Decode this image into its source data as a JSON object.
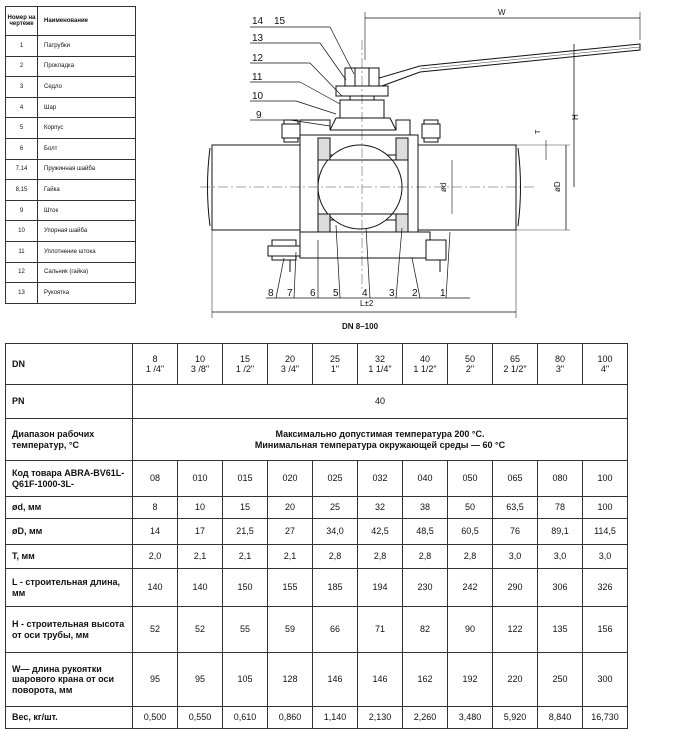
{
  "parts_table": {
    "header": {
      "number": "Номер на чертеже",
      "name": "Наименование"
    },
    "rows": [
      {
        "number": "1",
        "name": "Патрубки"
      },
      {
        "number": "2",
        "name": "Прокладка"
      },
      {
        "number": "3",
        "name": "Седло"
      },
      {
        "number": "4",
        "name": "Шар"
      },
      {
        "number": "5",
        "name": "Корпус"
      },
      {
        "number": "6",
        "name": "Болт"
      },
      {
        "number": "7,14",
        "name": "Пружинная шайба"
      },
      {
        "number": "8,15",
        "name": "Гайка"
      },
      {
        "number": "9",
        "name": "Шток"
      },
      {
        "number": "10",
        "name": "Упорная шайба"
      },
      {
        "number": "11",
        "name": "Уплотнение штока"
      },
      {
        "number": "12",
        "name": "Сальник (гайка)"
      },
      {
        "number": "13",
        "name": "Рукоятка"
      }
    ]
  },
  "drawing": {
    "caption": "DN 8–100",
    "callouts_left": [
      "14",
      "15",
      "13",
      "12",
      "11",
      "10",
      "9"
    ],
    "callouts_bottom": [
      "8",
      "7",
      "6",
      "5",
      "4",
      "3",
      "2",
      "1"
    ],
    "dim_w": "W",
    "dim_h": "H",
    "dim_t": "T",
    "dim_d_small": "ød",
    "dim_d_large": "øD",
    "dim_l": "L±2"
  },
  "specs": {
    "dn_label": "DN",
    "dn": [
      {
        "mm": "8",
        "inch": "1 /4\""
      },
      {
        "mm": "10",
        "inch": "3 /8\""
      },
      {
        "mm": "15",
        "inch": "1 /2\""
      },
      {
        "mm": "20",
        "inch": "3 /4\""
      },
      {
        "mm": "25",
        "inch": "1\""
      },
      {
        "mm": "32",
        "inch": "1 1/4\""
      },
      {
        "mm": "40",
        "inch": "1 1/2\""
      },
      {
        "mm": "50",
        "inch": "2\""
      },
      {
        "mm": "65",
        "inch": "2 1/2\""
      },
      {
        "mm": "80",
        "inch": "3\""
      },
      {
        "mm": "100",
        "inch": "4\""
      }
    ],
    "pn_label": "PN",
    "pn_value": "40",
    "temp_label": "Диапазон рабочих температур, °С",
    "temp_line1": "Максимально допустимая температура 200 °С.",
    "temp_line2": "Минимальная температура окружающей среды — 60 °С",
    "rows": [
      {
        "label": "Код товара ABRA-BV61L-Q61F-1000-3L-",
        "values": [
          "08",
          "010",
          "015",
          "020",
          "025",
          "032",
          "040",
          "050",
          "065",
          "080",
          "100"
        ]
      },
      {
        "label": "ød, мм",
        "values": [
          "8",
          "10",
          "15",
          "20",
          "25",
          "32",
          "38",
          "50",
          "63,5",
          "78",
          "100"
        ]
      },
      {
        "label": "øD, мм",
        "values": [
          "14",
          "17",
          "21,5",
          "27",
          "34,0",
          "42,5",
          "48,5",
          "60,5",
          "76",
          "89,1",
          "114,5"
        ]
      },
      {
        "label": "T, мм",
        "values": [
          "2,0",
          "2,1",
          "2,1",
          "2,1",
          "2,8",
          "2,8",
          "2,8",
          "2,8",
          "3,0",
          "3,0",
          "3,0"
        ]
      },
      {
        "label": "L - строительная длина, мм",
        "values": [
          "140",
          "140",
          "150",
          "155",
          "185",
          "194",
          "230",
          "242",
          "290",
          "306",
          "326"
        ]
      },
      {
        "label": "H - строительная высота от оси трубы, мм",
        "values": [
          "52",
          "52",
          "55",
          "59",
          "66",
          "71",
          "82",
          "90",
          "122",
          "135",
          "156"
        ]
      },
      {
        "label": "W— длина рукоятки шарового крана от оси поворота, мм",
        "values": [
          "95",
          "95",
          "105",
          "128",
          "146",
          "146",
          "162",
          "192",
          "220",
          "250",
          "300"
        ]
      },
      {
        "label": "Вес, кг/шт.",
        "values": [
          "0,500",
          "0,550",
          "0,610",
          "0,860",
          "1,140",
          "2,130",
          "2,260",
          "3,480",
          "5,920",
          "8,840",
          "16,730"
        ]
      }
    ]
  }
}
